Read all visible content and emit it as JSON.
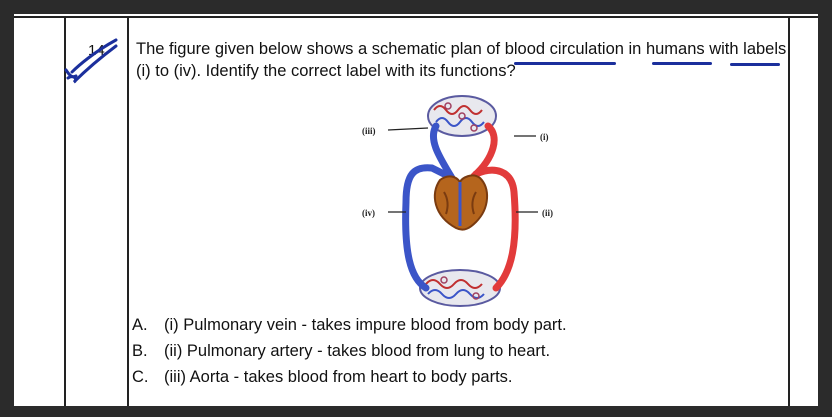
{
  "question": {
    "number": "14",
    "line1": "The figure given below shows a schematic plan of blood circulation in humans with labels",
    "line2": "(i) to (iv). Identify the correct label with its functions?"
  },
  "figure": {
    "labels": {
      "i": "(i)",
      "ii": "(ii)",
      "iii": "(iii)",
      "iv": "(iv)"
    },
    "colors": {
      "oxygenated": "#e23b3b",
      "deoxygenated": "#3b55c8",
      "heart": "#b5651d"
    }
  },
  "options": [
    {
      "letter": "A.",
      "text": "(i) Pulmonary vein - takes impure blood from body part."
    },
    {
      "letter": "B.",
      "text": "(ii) Pulmonary artery - takes blood from lung to heart."
    },
    {
      "letter": "C.",
      "text": "(iii) Aorta - takes blood from heart to body parts."
    }
  ]
}
